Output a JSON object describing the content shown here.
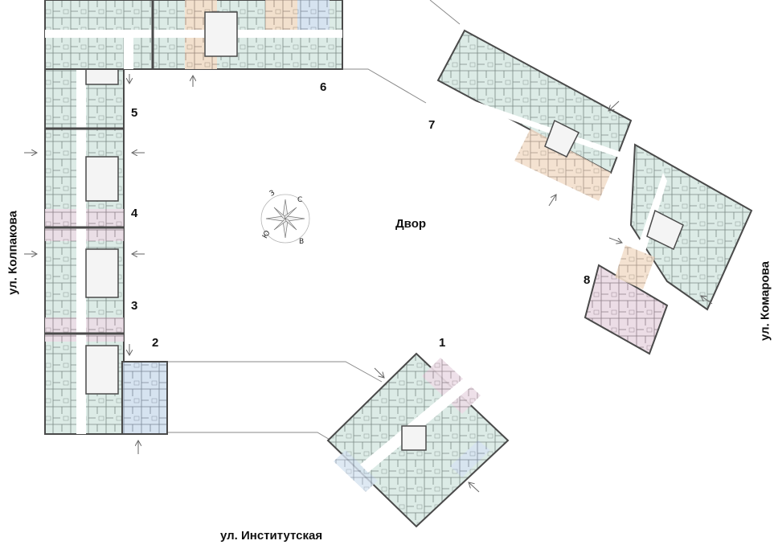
{
  "courtyard": {
    "label": "Двор"
  },
  "streets": {
    "left": "ул. Колпакова",
    "right": "ул. Комарова",
    "bottom": "ул. Институтская"
  },
  "sections": [
    {
      "id": "1",
      "label": "1"
    },
    {
      "id": "2",
      "label": "2"
    },
    {
      "id": "3",
      "label": "3"
    },
    {
      "id": "4",
      "label": "4"
    },
    {
      "id": "5",
      "label": "5"
    },
    {
      "id": "6",
      "label": "6"
    },
    {
      "id": "7",
      "label": "7"
    },
    {
      "id": "8",
      "label": "8"
    }
  ],
  "compass": {
    "north": "С",
    "west": "З",
    "south": "Ю",
    "east": "В"
  },
  "colors": {
    "apartment_green": "#dcebe6",
    "apartment_pink": "#ecdde6",
    "apartment_blue": "#d6e3f0",
    "apartment_orange": "#f3dfcc",
    "wall": "#4a4a4a",
    "corridor": "#ffffff",
    "boundary_line": "#8a8a8a"
  }
}
